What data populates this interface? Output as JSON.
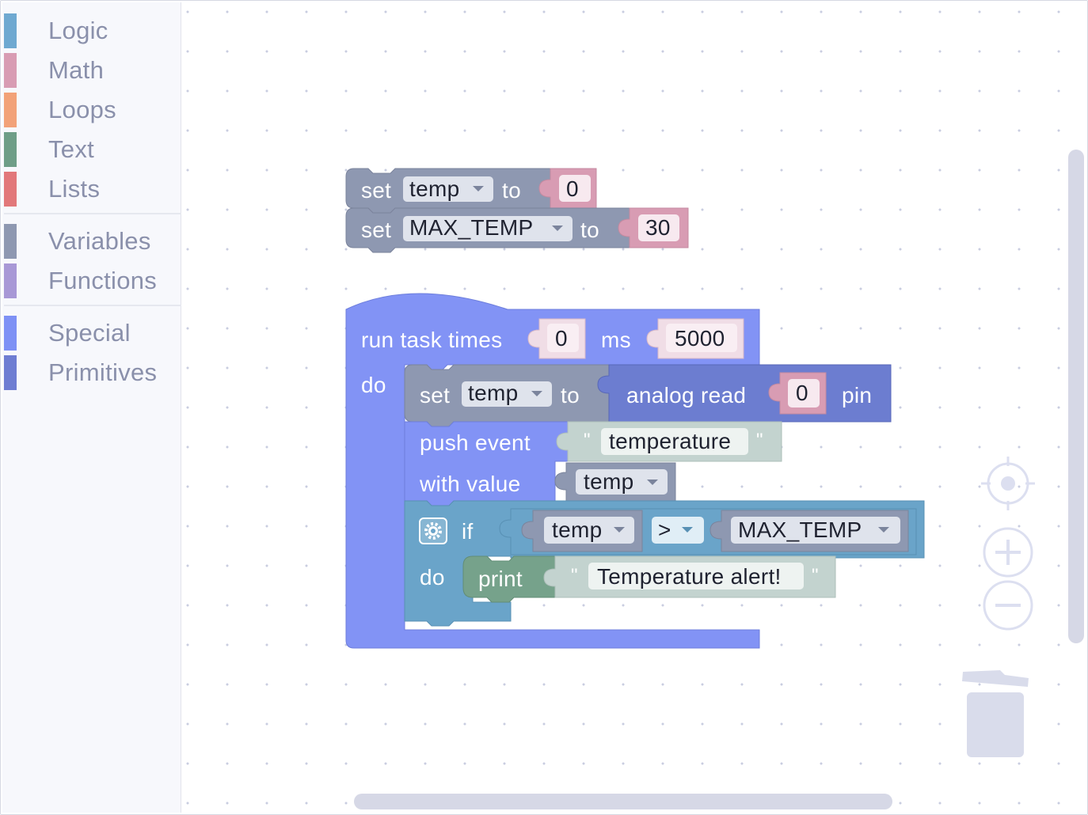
{
  "toolbox": {
    "categories": [
      {
        "label": "Logic",
        "color": "#6fa9d1"
      },
      {
        "label": "Math",
        "color": "#d89cb3"
      },
      {
        "label": "Loops",
        "color": "#f2a278"
      },
      {
        "label": "Text",
        "color": "#6f9e87"
      },
      {
        "label": "Lists",
        "color": "#e2787a"
      },
      {
        "label": "Variables",
        "color": "#8e98b1"
      },
      {
        "label": "Functions",
        "color": "#a898d6"
      },
      {
        "label": "Special",
        "color": "#7e91f5"
      },
      {
        "label": "Primitives",
        "color": "#6e7dd2"
      }
    ]
  },
  "colors": {
    "variables": "#8e98b1",
    "math": "#d89cb3",
    "special": "#8293f5",
    "primitives": "#6c7dd0",
    "text": "#c3d3cf",
    "logic": "#6aa4c9",
    "print": "#76a28b"
  },
  "blocks": {
    "set_temp": {
      "set": "set",
      "var": "temp",
      "to": "to",
      "value": "0"
    },
    "set_max": {
      "set": "set",
      "var": "MAX_TEMP",
      "to": "to",
      "value": "30"
    },
    "task": {
      "label": "run task times",
      "times": "0",
      "ms": "ms",
      "period": "5000",
      "do": "do"
    },
    "set_read": {
      "set": "set",
      "var": "temp",
      "to": "to",
      "read_label": "analog read",
      "pin_value": "0",
      "pin": "pin"
    },
    "push": {
      "label": "push event",
      "event": "temperature",
      "with_value": "with value",
      "var": "temp",
      "quote": "\""
    },
    "if_block": {
      "if": "if",
      "left": "temp",
      "op": ">",
      "right": "MAX_TEMP",
      "do": "do"
    },
    "print": {
      "label": "print",
      "text": "Temperature alert!",
      "quote": "\""
    }
  },
  "icons": {
    "gear": "gear-icon",
    "dropdown": "chevron-down-icon",
    "center": "crosshair-icon",
    "zoom_in": "plus-icon",
    "zoom_out": "minus-icon",
    "trash": "trash-icon"
  }
}
